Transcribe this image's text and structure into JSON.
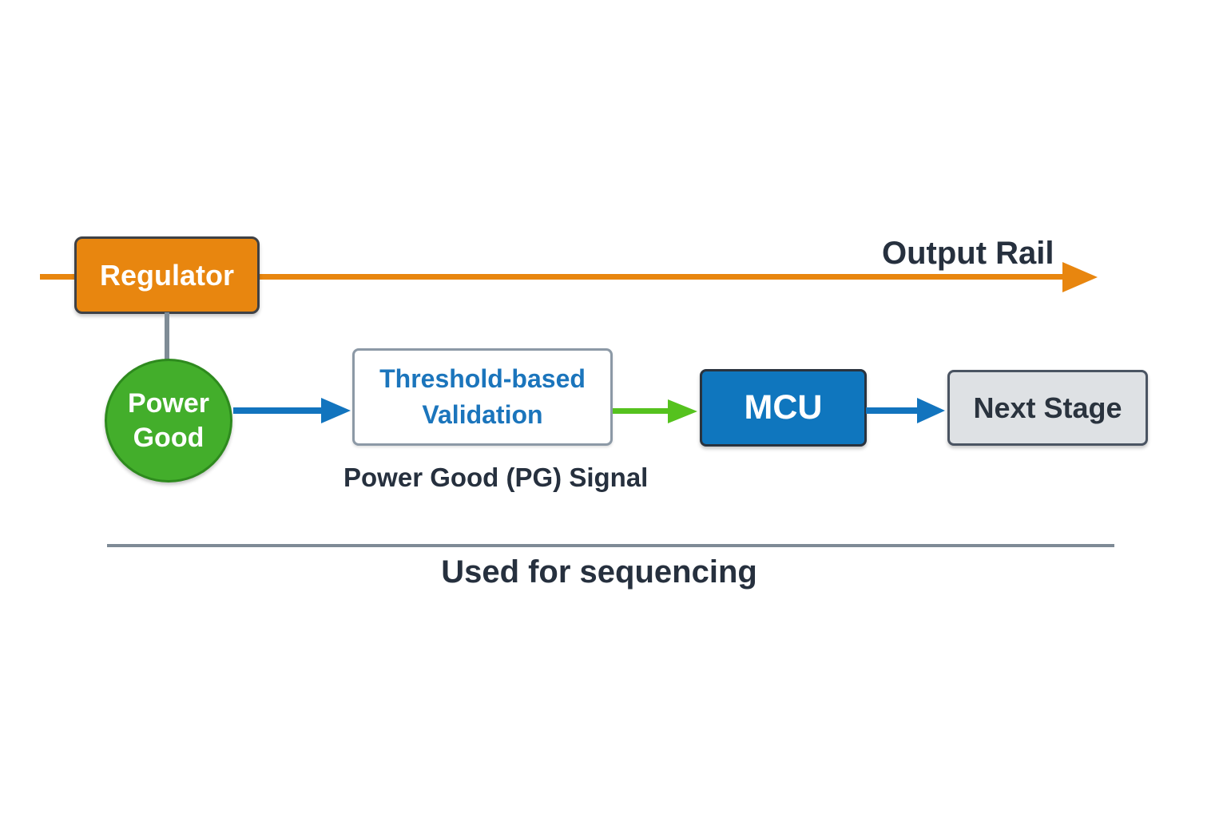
{
  "diagram": {
    "title_caption": "Used for sequencing",
    "nodes": {
      "regulator": {
        "label": "Regulator",
        "fill": "#E8860F",
        "shape": "rounded-rect"
      },
      "power_good": {
        "line1": "Power",
        "line2": "Good",
        "fill": "#43AE2B",
        "shape": "circle"
      },
      "validation": {
        "line1": "Threshold-based",
        "line2": "Validation",
        "fill": "#FFFFFF",
        "text_color": "#1B75BC",
        "shape": "rounded-rect"
      },
      "mcu": {
        "label": "MCU",
        "fill": "#0F76BE",
        "shape": "rounded-rect"
      },
      "next_stage": {
        "label": "Next Stage",
        "fill": "#DEE1E4",
        "shape": "rounded-rect"
      }
    },
    "labels": {
      "output_rail": "Output Rail",
      "pg_signal": "Power Good (PG) Signal",
      "caption": "Used for sequencing"
    },
    "edges": [
      {
        "from": "regulator",
        "to": "output-rail-end",
        "label": "Output Rail",
        "color": "#E8860F",
        "arrow": true
      },
      {
        "from": "regulator",
        "to": "power_good",
        "label": "",
        "color": "#7F8C96",
        "arrow": false
      },
      {
        "from": "power_good",
        "to": "validation",
        "label": "Power Good (PG) Signal",
        "color": "#1274BE",
        "arrow": true
      },
      {
        "from": "validation",
        "to": "mcu",
        "label": "",
        "color": "#55C21E",
        "arrow": true
      },
      {
        "from": "mcu",
        "to": "next_stage",
        "label": "",
        "color": "#1274BE",
        "arrow": true
      }
    ],
    "colors": {
      "orange": "#E8860F",
      "node_green": "#43AE2B",
      "arrow_green": "#55C21E",
      "blue": "#1274BE",
      "mcu_blue": "#0F76BE",
      "dark_text": "#26303E",
      "gray_line": "#7E8A96",
      "next_stage_gray": "#DEE1E4"
    }
  }
}
